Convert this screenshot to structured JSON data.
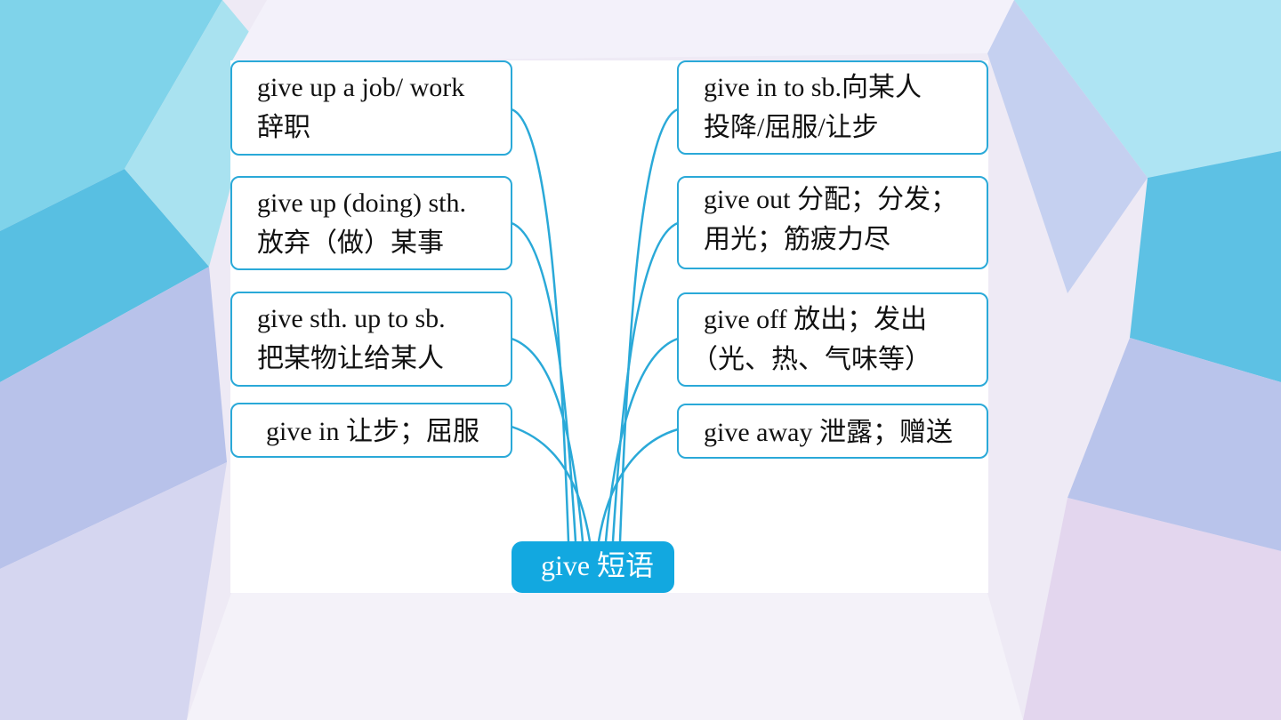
{
  "diagram": {
    "center": "give 短语",
    "left_nodes": [
      {
        "line1": "give up a job/ work",
        "line2": "辞职"
      },
      {
        "line1": "give up (doing) sth.",
        "line2": "放弃（做）某事"
      },
      {
        "line1": "give sth. up to sb.",
        "line2": "把某物让给某人"
      },
      {
        "line1": "give in 让步；屈服"
      }
    ],
    "right_nodes": [
      {
        "line1": "give in to sb.向某人",
        "line2": "投降/屈服/让步"
      },
      {
        "line1": "give out 分配；分发；",
        "line2": "用光；筋疲力尽"
      },
      {
        "line1": "give off 放出；发出",
        "line2": "（光、热、气味等）"
      },
      {
        "line1": "give away 泄露；赠送"
      }
    ]
  },
  "colors": {
    "accent": "#12a8e0",
    "border": "#2aa9d8",
    "connector": "#2aa9d8"
  }
}
